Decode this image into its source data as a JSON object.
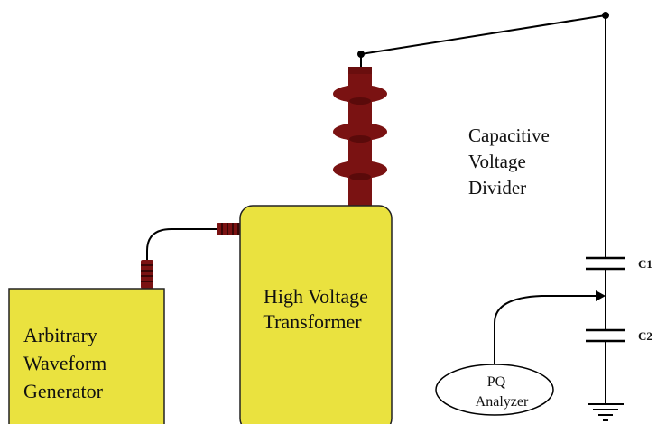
{
  "colors": {
    "box_fill": "#eae23f",
    "insulator": "#7a1212",
    "wire": "#000000",
    "background": "#ffffff"
  },
  "generator": {
    "line1": "Arbitrary",
    "line2": "Waveform",
    "line3": "Generator"
  },
  "transformer": {
    "line1": "High Voltage",
    "line2": "Transformer"
  },
  "divider": {
    "line1": "Capacitive",
    "line2": "Voltage",
    "line3": "Divider"
  },
  "capacitors": {
    "c1": "C1",
    "c2": "C2"
  },
  "analyzer": {
    "line1": "PQ",
    "line2": "Analyzer"
  },
  "icons": [
    "bushing-insulator-icon",
    "ground-symbol-icon",
    "capacitor-icon",
    "connector-icon"
  ]
}
